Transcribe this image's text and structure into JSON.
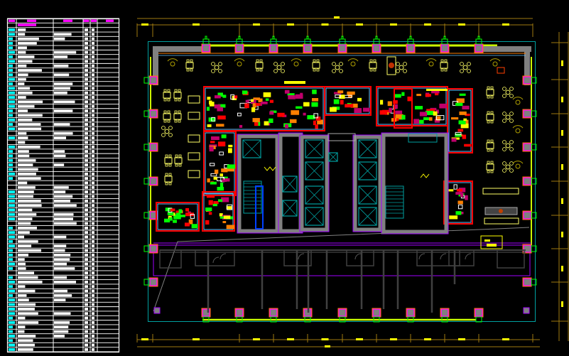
{
  "viewport": {
    "background": "#000000"
  },
  "legend_table": {
    "rows": 74,
    "columns": 6,
    "colors": {
      "grid": "#ffffff",
      "header": "#ff00ff",
      "code": "#00ffff",
      "text": "#ffffff"
    }
  },
  "floor_plan": {
    "top_columns": 9,
    "bottom_columns": 9,
    "side_columns": 7,
    "colors": {
      "dimension": "#a07a10",
      "dimension_text": "#ffff00",
      "wall": "#808080",
      "outline": "#00a0a0",
      "facade": "#ccff00",
      "column_outline": "#00ff00",
      "column_fill": "#ff00ff",
      "column_ring": "#ff8000",
      "furniture": "#ffff66",
      "kitchen_red": "#ff0000",
      "kitchen_magenta": "#c0006c",
      "equipment": "#00ff00",
      "elevator": "#00a0a0",
      "core": "#a000ff",
      "lower_partition": "#404040"
    }
  }
}
